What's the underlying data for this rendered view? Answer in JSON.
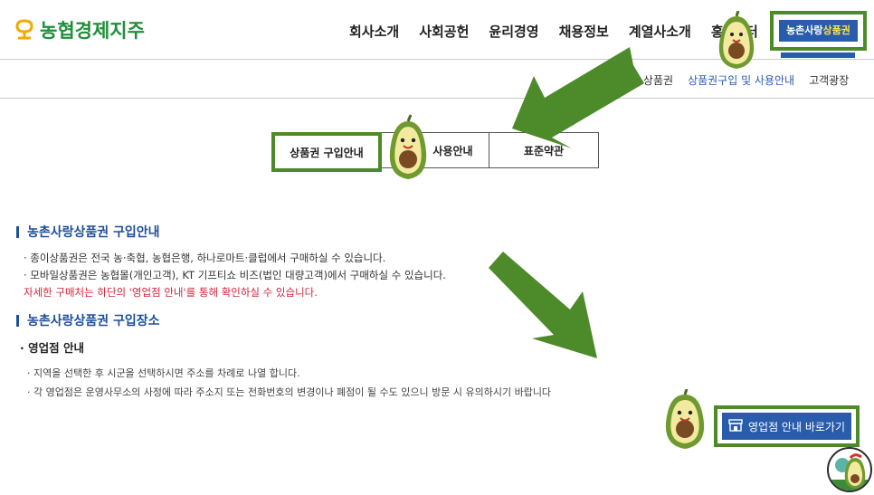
{
  "header": {
    "logo_text": "농협경제지주",
    "nav": [
      "회사소개",
      "사회공헌",
      "윤리경영",
      "채용정보",
      "계열사소개",
      "홍",
      "터"
    ],
    "top_button_prefix": "농촌사랑",
    "top_button_highlight": "상품권"
  },
  "subnav": {
    "items": [
      "논사랑 상품권",
      "상품권구입 및 사용안내",
      "고객광장"
    ]
  },
  "tabs": {
    "items": [
      "상품권 구입안내",
      "사용안내",
      "표준약관"
    ]
  },
  "content": {
    "section1_title": "농촌사랑상품권 구입안내",
    "line1": "· 종이상품권은 전국 농·축협, 농협은행, 하나로마트·클럽에서 구매하실 수 있습니다.",
    "line2": "· 모바일상품권은 농협몰(개인고객), KT 기프티쇼 비즈(법인 대량고객)에서 구매하실 수 있습니다.",
    "line3": "자세한 구매처는 하단의 '영업점 안내'를 통해 확인하실 수 있습니다.",
    "section2_title": "농촌사랑상품권 구입장소",
    "subsection_title": "· 영업점 안내",
    "note1": "· 지역을 선택한 후 시군을 선택하시면 주소를 차례로 나열 합니다.",
    "note2": "· 각 영업점은 운영사무소의 사정에 따라 주소지 또는 전화번호의 변경이나 폐점이 될 수도 있으니 방문 시 유의하시기 바랍니다",
    "store_button": "영업점 안내 바로가기"
  },
  "colors": {
    "brand_green": "#1f8f3a",
    "primary_blue": "#2a5cac",
    "highlight_border": "#4d8a2a",
    "alert_red": "#d6243a"
  },
  "icons": [
    "logo-mark-icon",
    "store-icon",
    "arrow-annotation-icon",
    "avocado-mascot-icon"
  ]
}
